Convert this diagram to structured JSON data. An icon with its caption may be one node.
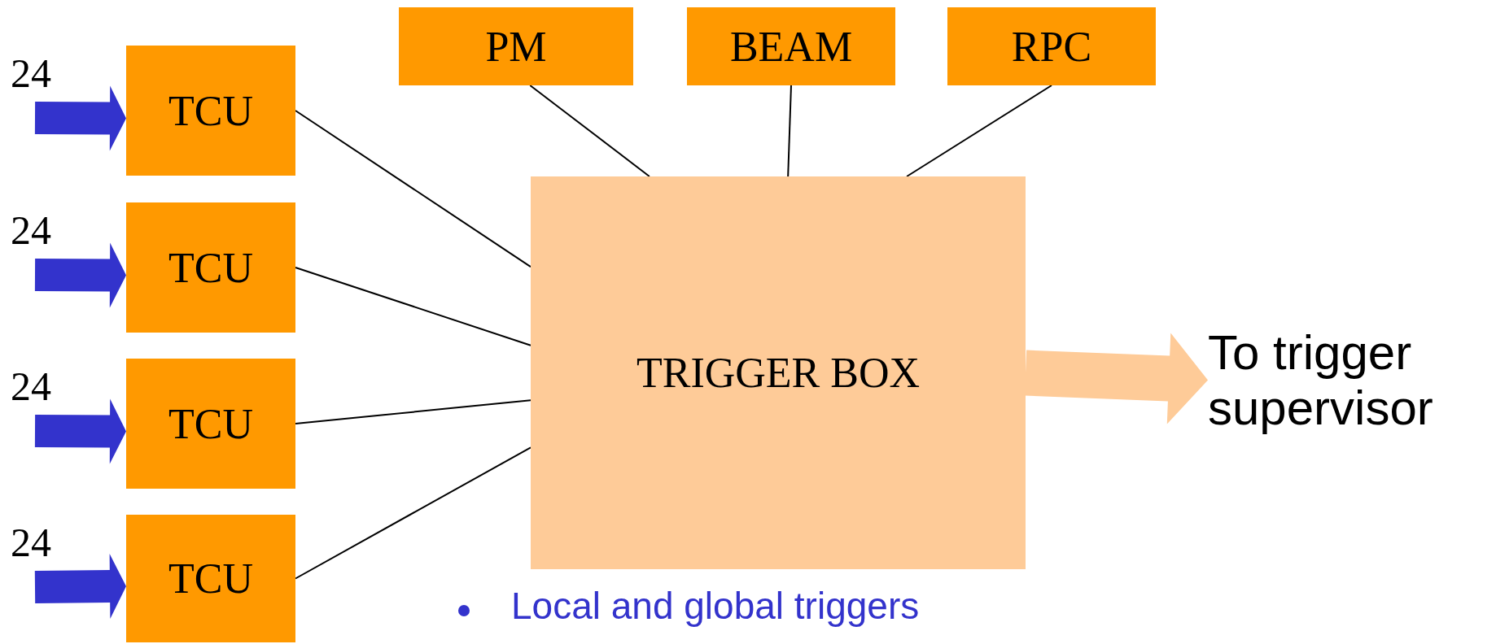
{
  "diagram": {
    "nodes": [
      {
        "text": [
          "TCU"
        ]
      },
      {
        "text": [
          "TCU"
        ]
      },
      {
        "text": [
          "TCU"
        ]
      },
      {
        "text": [
          "TCU"
        ]
      },
      {
        "text": [
          "PM"
        ]
      },
      {
        "text": [
          "BEAM"
        ]
      },
      {
        "text": [
          "RPC"
        ]
      },
      {
        "text": [
          "TRIGGER BOX"
        ]
      },
      {
        "text": [
          "To trigger supervisor"
        ]
      }
    ],
    "edges": [
      {
        "from": null,
        "to": 0,
        "arrow": "to",
        "label": "24",
        "style": "thick",
        "color": "#3333cc"
      },
      {
        "from": null,
        "to": 1,
        "arrow": "to",
        "label": "24",
        "style": "thick",
        "color": "#3333cc"
      },
      {
        "from": null,
        "to": 2,
        "arrow": "to",
        "label": "24",
        "style": "thick",
        "color": "#3333cc"
      },
      {
        "from": null,
        "to": 3,
        "arrow": "to",
        "label": "24",
        "style": "thick",
        "color": "#3333cc"
      },
      {
        "from": 0,
        "to": 7,
        "arrow": "none"
      },
      {
        "from": 1,
        "to": 7,
        "arrow": "none"
      },
      {
        "from": 2,
        "to": 7,
        "arrow": "none"
      },
      {
        "from": 3,
        "to": 7,
        "arrow": "none"
      },
      {
        "from": 4,
        "to": 7,
        "arrow": "none"
      },
      {
        "from": 5,
        "to": 7,
        "arrow": "none"
      },
      {
        "from": 6,
        "to": 7,
        "arrow": "none"
      },
      {
        "from": 7,
        "to": 8,
        "arrow": "to",
        "style": "thick",
        "color": "#fecb98"
      }
    ],
    "labels": [
      "Local and global triggers"
    ]
  }
}
